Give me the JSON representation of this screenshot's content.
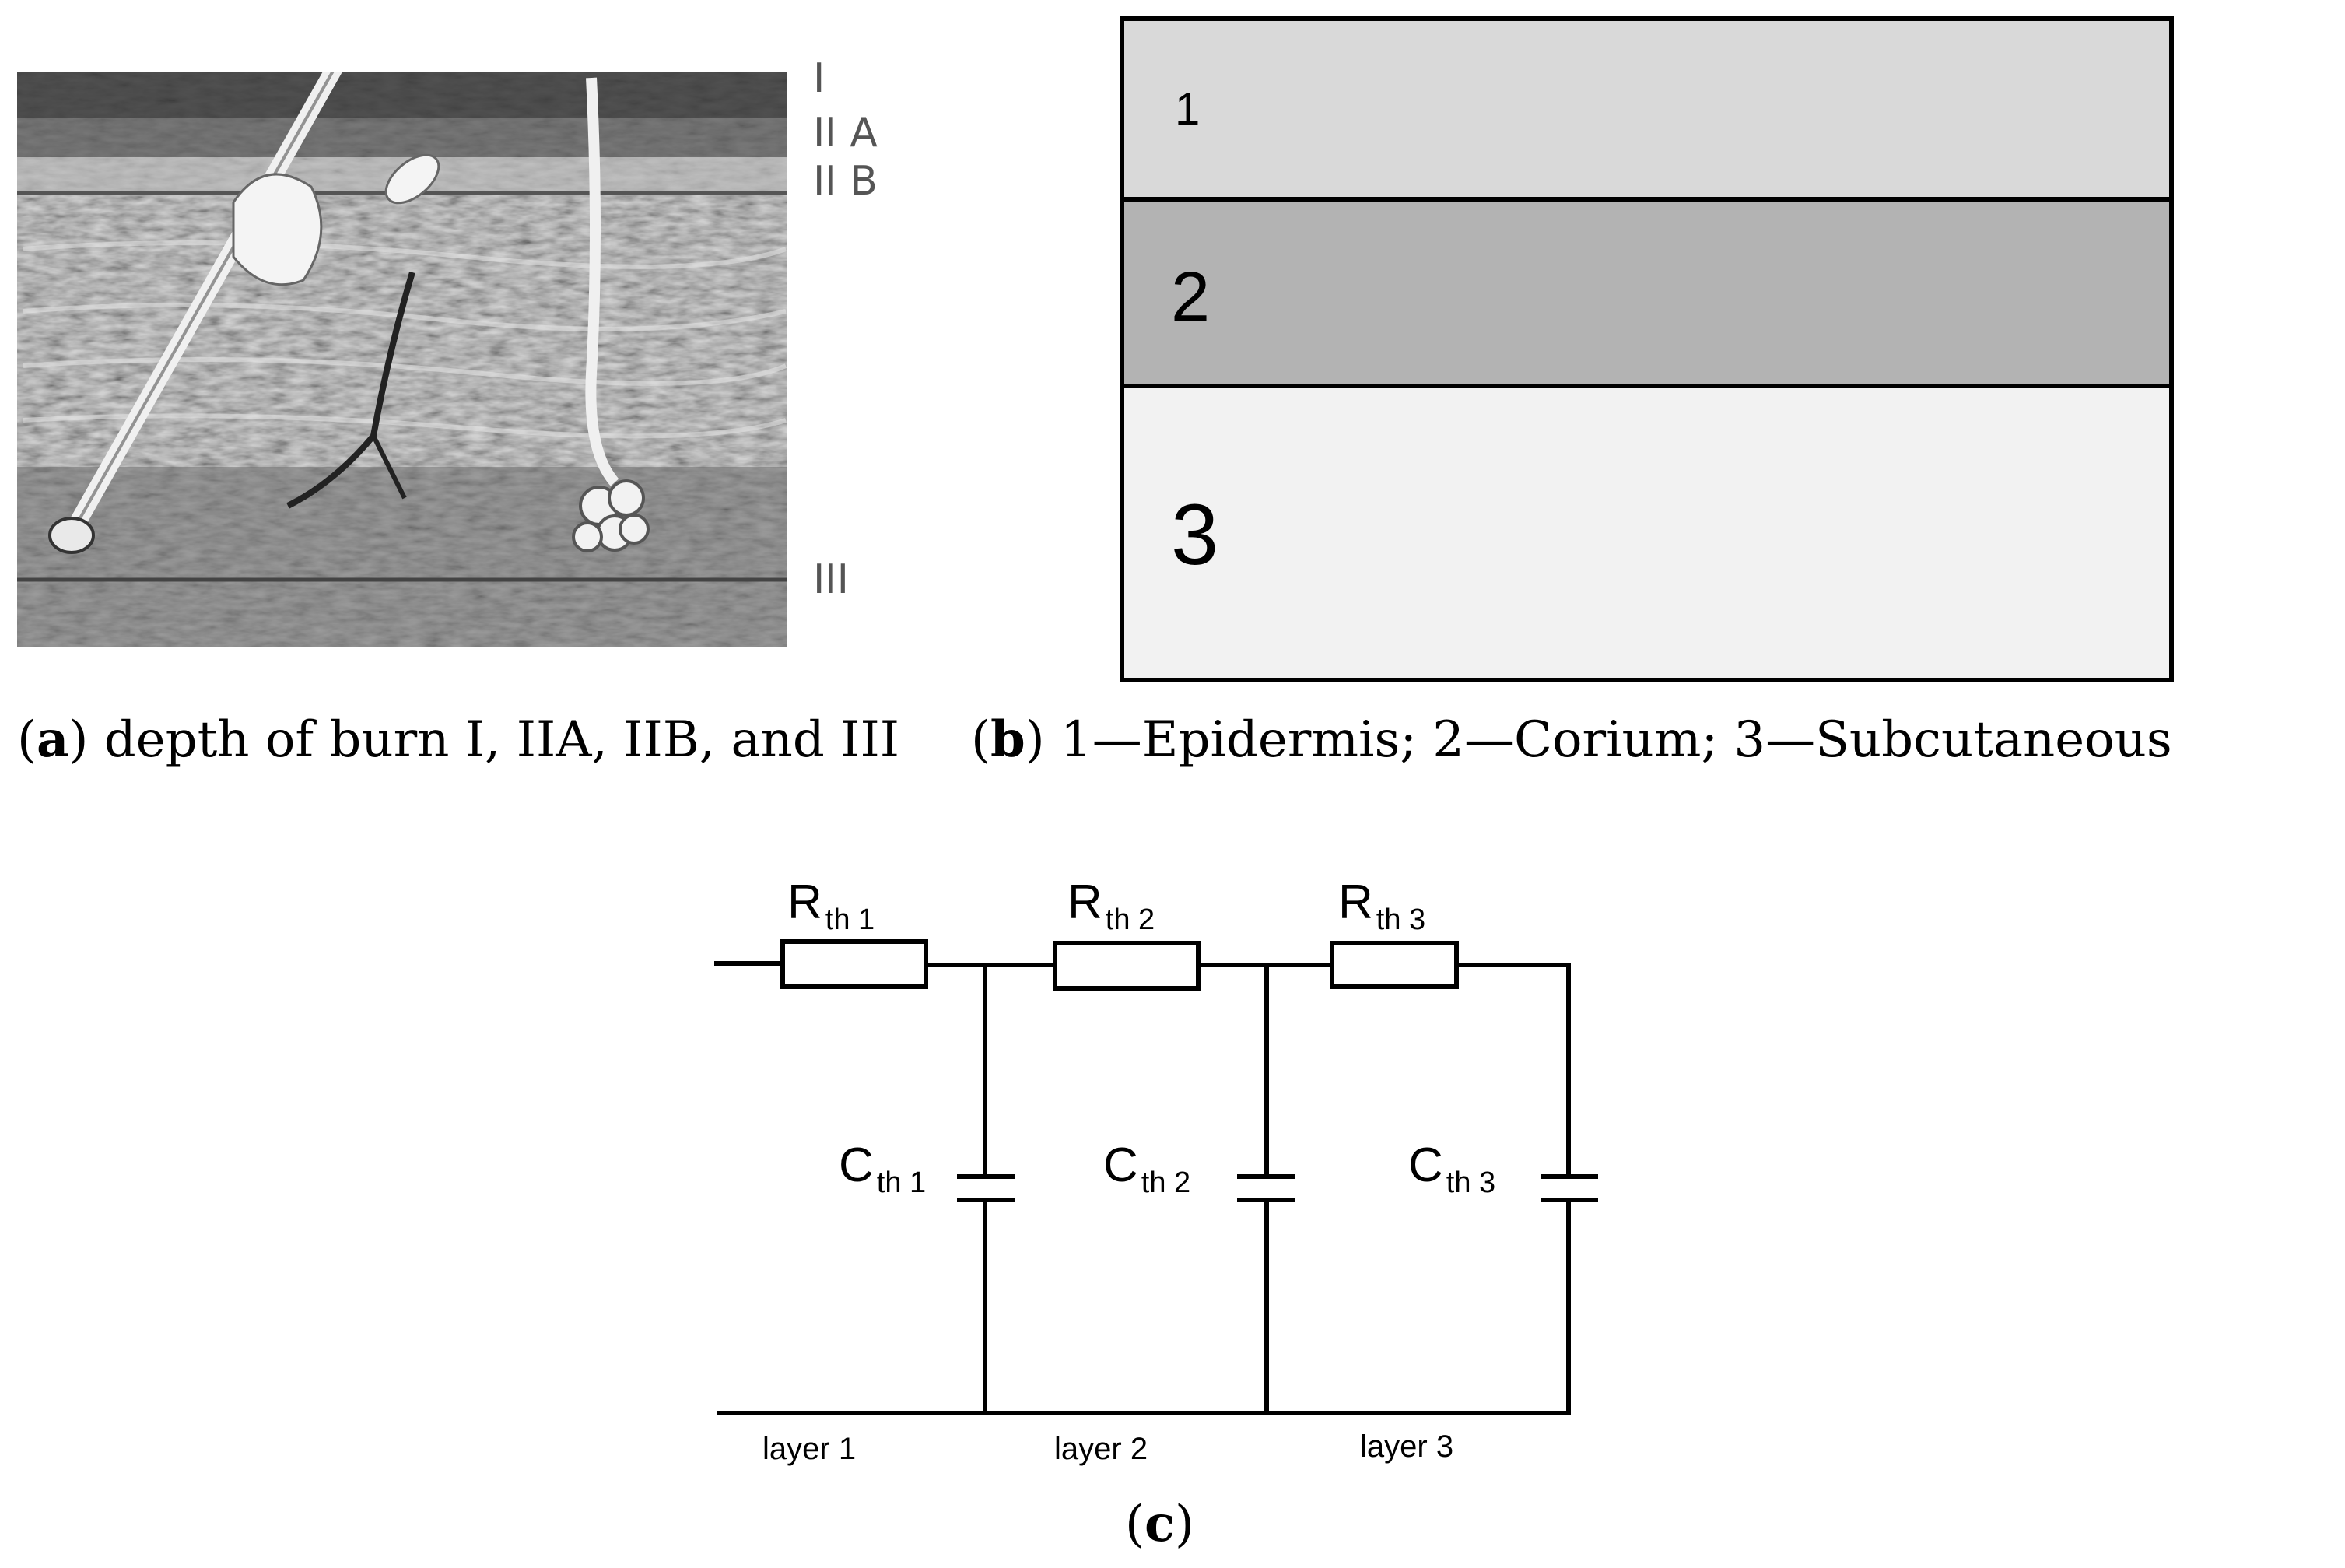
{
  "panel_a": {
    "burn_labels": [
      "I",
      "II A",
      "II B",
      "III"
    ],
    "caption_letter": "a",
    "caption_text": "depth of burn I, IIA, IIB, and III"
  },
  "panel_b": {
    "layers": [
      {
        "number": "1",
        "color": "#d9d9d9"
      },
      {
        "number": "2",
        "color": "#b3b3b3"
      },
      {
        "number": "3",
        "color": "#f2f2f2"
      }
    ],
    "caption_letter": "b",
    "caption_text": "1—Epidermis; 2—Corium; 3—Subcutaneous"
  },
  "panel_c": {
    "resistors": [
      {
        "main": "R",
        "sub": "th 1"
      },
      {
        "main": "R",
        "sub": "th 2"
      },
      {
        "main": "R",
        "sub": "th 3"
      }
    ],
    "capacitors": [
      {
        "main": "C",
        "sub": "th 1"
      },
      {
        "main": "C",
        "sub": "th 2"
      },
      {
        "main": "C",
        "sub": "th 3"
      }
    ],
    "layer_labels": [
      "layer 1",
      "layer 2",
      "layer 3"
    ],
    "caption_letter": "c"
  }
}
